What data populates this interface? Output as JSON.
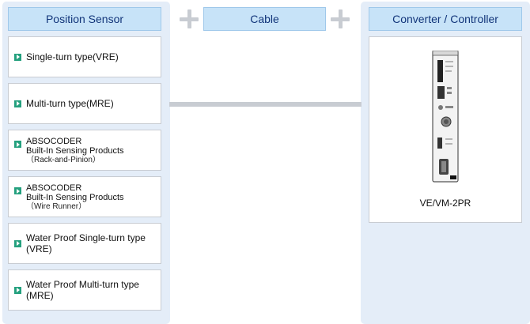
{
  "headers": {
    "position_sensor": "Position Sensor",
    "cable": "Cable",
    "converter_controller": "Converter / Controller"
  },
  "sensors": [
    {
      "label": "Single-turn type(VRE)"
    },
    {
      "label": "Multi-turn type(MRE)"
    },
    {
      "line1": "ABSOCODER",
      "line2": "Built-In Sensing Products",
      "line3": "（Rack-and-Pinion）"
    },
    {
      "line1": "ABSOCODER",
      "line2": "Built-In Sensing Products",
      "line3": "（Wire Runner）"
    },
    {
      "line1": "Water Proof Single-turn type",
      "line2": "(VRE)"
    },
    {
      "line1": "Water Proof Multi-turn type",
      "line2": "(MRE)"
    }
  ],
  "converter": {
    "model": "VE/VM-2PR"
  },
  "icons": {
    "link_arrow": "arrow-right-icon",
    "plus": "plus-icon"
  },
  "colors": {
    "panel_bg": "#e4edf8",
    "header_bg": "#c7e3f8",
    "header_text": "#12357a",
    "arrow": "#24a07e",
    "connector": "#c8ccd2"
  }
}
